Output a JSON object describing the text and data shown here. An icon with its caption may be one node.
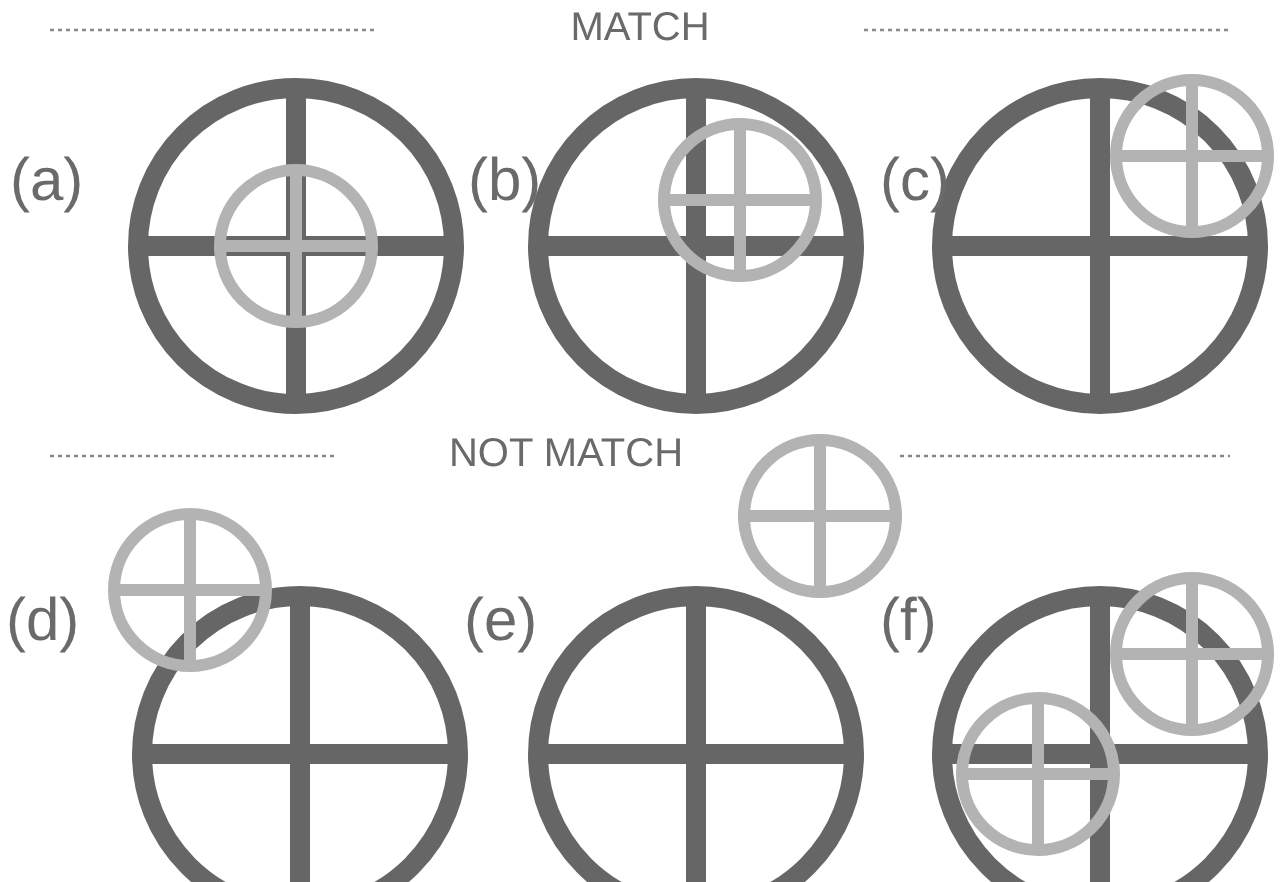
{
  "diagram": {
    "labels": [
      "MATCH",
      "(a)",
      "(b)",
      "(c)",
      "NOT MATCH",
      "(d)",
      "(e)",
      "(f)"
    ]
  }
}
